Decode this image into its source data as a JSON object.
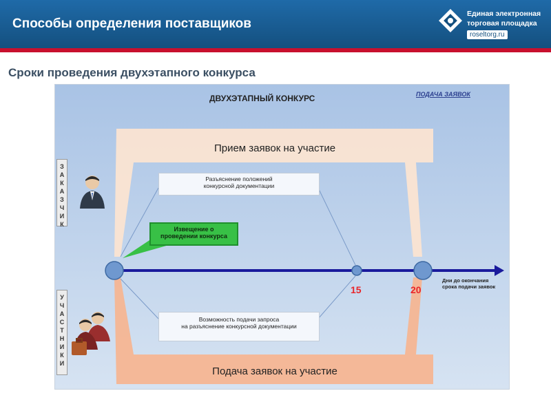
{
  "header": {
    "title": "Способы определения поставщиков",
    "logo_line1": "Единая электронная",
    "logo_line2": "торговая площадка",
    "logo_url": "roseltorg.ru"
  },
  "subtitle": "Сроки проведения двухэтапного конкурса",
  "diagram": {
    "title": "ДВУХЭТАПНЫЙ КОНКУРС",
    "corner_label": "ПОДАЧА ЗАЯВОК",
    "band_top": "Прием заявок на участие",
    "band_bottom": "Подача заявок на участие",
    "box_top_line1": "Разъяснение положений",
    "box_top_line2": "конкурсной документации",
    "box_bottom_line1": "Возможность подачи запроса",
    "box_bottom_line2": "на разъяснение конкурсной документации",
    "callout_line1": "Извещение о",
    "callout_line2": "проведении конкурса",
    "marker_15": "15",
    "marker_20": "20",
    "axis_line1": "Дни до окончания",
    "axis_line2": "срока подачи заявок"
  },
  "side_top": [
    "З",
    "А",
    "К",
    "А",
    "З",
    "Ч",
    "И",
    "К"
  ],
  "side_bottom": [
    "У",
    "Ч",
    "А",
    "С",
    "Т",
    "Н",
    "И",
    "К",
    "И"
  ],
  "colors": {
    "header": "#1f6aa8",
    "accent_red": "#c8102e",
    "band": "#fbe4d2",
    "callout": "#38c046",
    "axis": "#1a1a9c",
    "marker": "#e8262a"
  }
}
